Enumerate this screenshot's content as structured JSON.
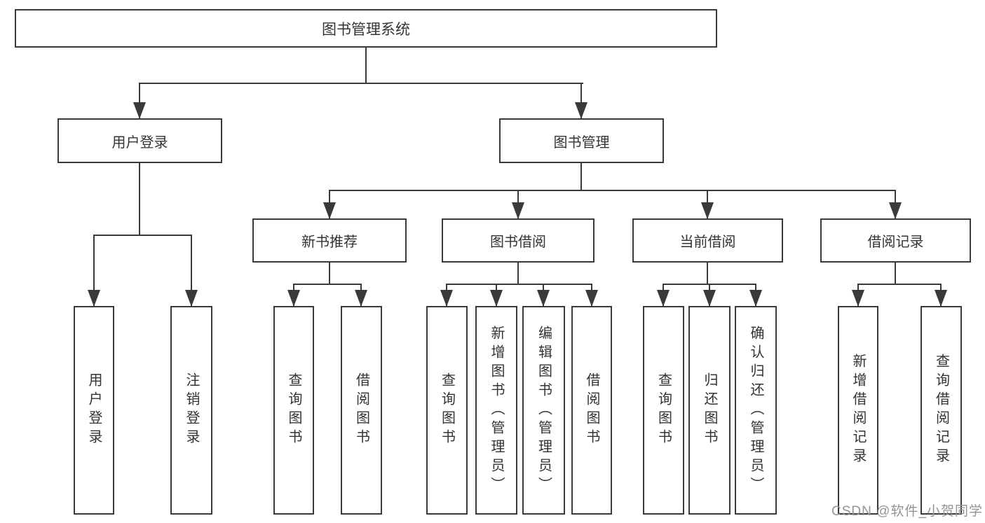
{
  "diagram": {
    "root": "图书管理系统",
    "level2": [
      "用户登录",
      "图书管理"
    ],
    "level3": [
      "新书推荐",
      "图书借阅",
      "当前借阅",
      "借阅记录"
    ],
    "groups": [
      {
        "parent": "用户登录",
        "children": [
          "用户登录",
          "注销登录"
        ]
      },
      {
        "parent": "新书推荐",
        "children": [
          "查询图书",
          "借阅图书"
        ]
      },
      {
        "parent": "图书借阅",
        "children": [
          "查询图书",
          "新增图书（管理员）",
          "编辑图书（管理员）",
          "借阅图书"
        ]
      },
      {
        "parent": "当前借阅",
        "children": [
          "查询图书",
          "归还图书",
          "确认归还（管理员）"
        ]
      },
      {
        "parent": "借阅记录",
        "children": [
          "新增借阅记录",
          "查询借阅记录"
        ]
      }
    ]
  },
  "watermark": "CSDN @软件_小贺同学",
  "colors": {
    "line": "#3a3a3a",
    "text": "#333333",
    "watermark": "#949494",
    "background": "#ffffff"
  }
}
